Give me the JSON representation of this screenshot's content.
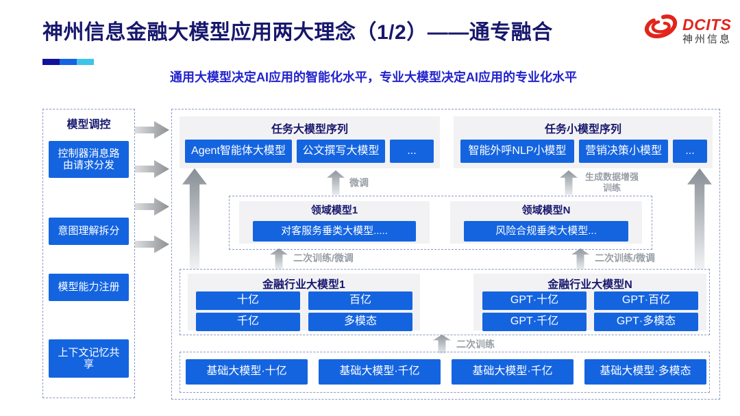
{
  "header": {
    "title": "神州信息金融大模型应用两大理念（1/2）——通专融合",
    "subtitle": "通用大模型决定AI应用的智能化水平，专业大模型决定AI应用的专业化水平",
    "logo": {
      "brand": "DCITS",
      "brand_cn": "神州信息"
    }
  },
  "colors": {
    "accent_blue": "#1464e0",
    "navy_text": "#17176d",
    "subtitle_blue": "#2222cd",
    "logo_red": "#e1251b",
    "arrow_gray": "#989ea6"
  },
  "sidebar": {
    "title": "模型调控",
    "items": [
      {
        "label": "控制器消息路\n由请求分发"
      },
      {
        "label": "意图理解拆分"
      },
      {
        "label": "模型能力注册"
      },
      {
        "label": "上下文记忆共\n享"
      }
    ]
  },
  "diagram": {
    "task_large": {
      "title": "任务大模型序列",
      "items": [
        "Agent智能体大模型",
        "公文撰写大模型",
        "..."
      ]
    },
    "task_small": {
      "title": "任务小模型序列",
      "items": [
        "智能外呼NLP小模型",
        "营销决策小模型",
        "..."
      ]
    },
    "arrows": {
      "fine_tune": "微调",
      "gen_data": "生成数据增强\n训练",
      "secondary_ft": "二次训练/微调",
      "secondary_train": "二次训练"
    },
    "domain": {
      "box1": {
        "title": "领域模型1",
        "item": "对客服务垂类大模型....."
      },
      "boxN": {
        "title": "领域模型N",
        "item": "风险合规垂类大模型..."
      }
    },
    "industry": {
      "box1": {
        "title": "金融行业大模型1",
        "items": [
          "十亿",
          "百亿",
          "千亿",
          "多模态"
        ]
      },
      "boxN": {
        "title": "金融行业大模型N",
        "items": [
          "GPT·十亿",
          "GPT·百亿",
          "GPT·千亿",
          "GPT·多模态"
        ]
      }
    },
    "base": {
      "items": [
        "基础大模型·十亿",
        "基础大模型·千亿",
        "基础大模型·千亿",
        "基础大模型·多模态"
      ]
    }
  }
}
